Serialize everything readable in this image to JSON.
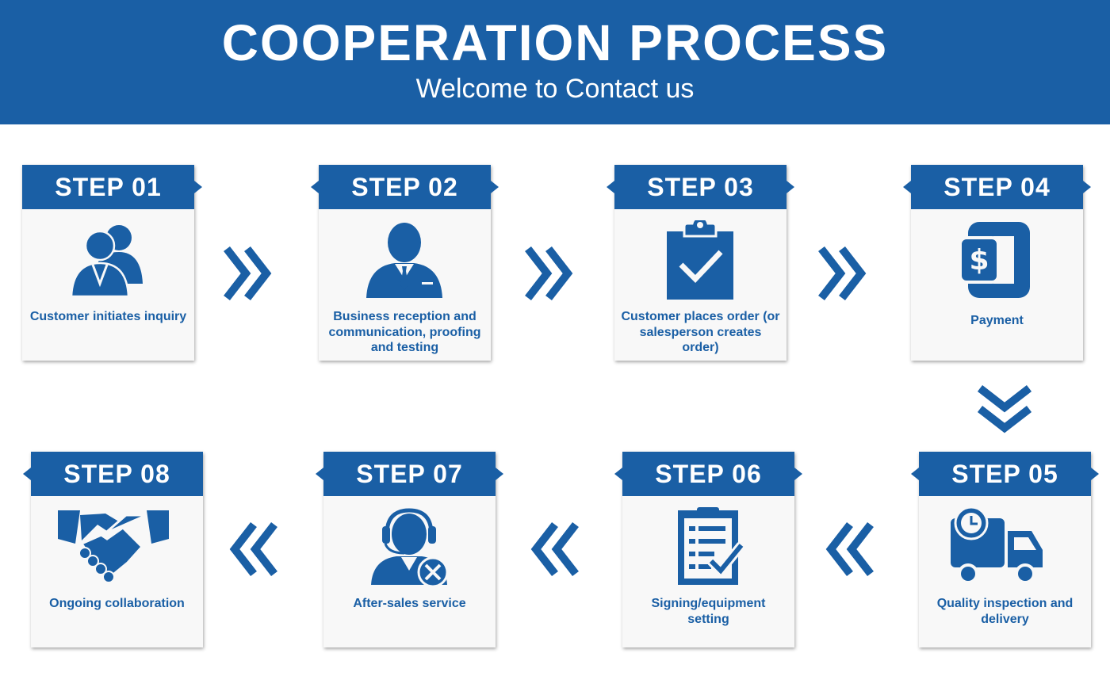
{
  "header": {
    "title": "COOPERATION PROCESS",
    "subtitle": "Welcome to Contact us"
  },
  "steps": [
    {
      "title": "STEP 01",
      "label": "Customer initiates inquiry",
      "icon": "customers-icon"
    },
    {
      "title": "STEP 02",
      "label": "Business reception and communication, proofing and testing",
      "icon": "businessman-icon"
    },
    {
      "title": "STEP 03",
      "label": "Customer places order (or salesperson creates order)",
      "icon": "clipboard-check-icon"
    },
    {
      "title": "STEP 04",
      "label": "Payment",
      "icon": "payment-icon"
    },
    {
      "title": "STEP 05",
      "label": "Quality inspection and delivery",
      "icon": "delivery-truck-icon"
    },
    {
      "title": "STEP 06",
      "label": "Signing/equipment setting",
      "icon": "checklist-icon"
    },
    {
      "title": "STEP 07",
      "label": "After-sales service",
      "icon": "support-agent-icon"
    },
    {
      "title": "STEP 08",
      "label": "Ongoing collaboration",
      "icon": "handshake-icon"
    }
  ],
  "colors": {
    "primary": "#1a5fa5",
    "card_background": "#f8f8f8",
    "page_background": "#ffffff"
  }
}
